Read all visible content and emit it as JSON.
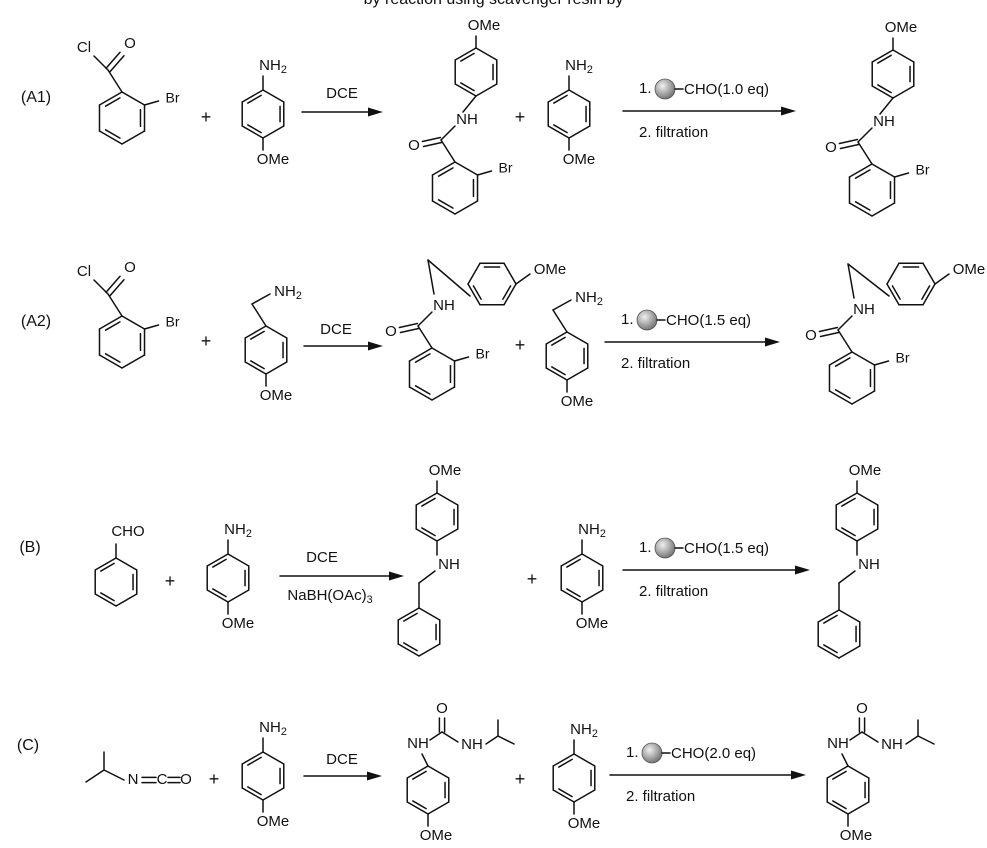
{
  "title_fragment": "by reaction using scavenger resin by",
  "scheme": {
    "rows": [
      {
        "label": "(A1)",
        "conditions_above": "DCE",
        "conditions_below": "",
        "workup": {
          "step1_prefix": "1.",
          "step1": "CHO(1.0 eq)",
          "step2": "2. filtration"
        },
        "reactant1": "2-bromobenzoyl chloride",
        "reactant2": "4-methoxyaniline",
        "product": "N-(4-methoxyphenyl)-2-bromobenzamide",
        "excess": "4-methoxyaniline"
      },
      {
        "label": "(A2)",
        "conditions_above": "DCE",
        "conditions_below": "",
        "workup": {
          "step1_prefix": "1.",
          "step1": "CHO(1.5 eq)",
          "step2": "2. filtration"
        },
        "reactant1": "2-bromobenzoyl chloride",
        "reactant2": "4-methoxybenzylamine",
        "product": "N-(4-methoxybenzyl)-2-bromobenzamide",
        "excess": "4-methoxybenzylamine"
      },
      {
        "label": "(B)",
        "conditions_above": "DCE",
        "conditions_below": "NaBH(OAc)3",
        "workup": {
          "step1_prefix": "1.",
          "step1": "CHO(1.5 eq)",
          "step2": "2. filtration"
        },
        "reactant1": "benzaldehyde",
        "reactant2": "4-methoxyaniline",
        "product": "N-benzyl-4-methoxyaniline",
        "excess": "4-methoxyaniline"
      },
      {
        "label": "(C)",
        "conditions_above": "DCE",
        "conditions_below": "",
        "workup": {
          "step1_prefix": "1.",
          "step1": "CHO(2.0 eq)",
          "step2": "2. filtration"
        },
        "reactant1": "isopropyl isocyanate",
        "reactant2": "4-methoxyaniline",
        "product": "1-isopropyl-3-(4-methoxyphenyl)urea",
        "excess": "4-methoxyaniline"
      }
    ],
    "atom_labels": {
      "cl": "Cl",
      "o": "O",
      "br": "Br",
      "nh2": "NH2",
      "nh": "NH",
      "ome": "OMe",
      "cho": "CHO",
      "n": "N",
      "c": "C",
      "plus": "+"
    },
    "colors": {
      "ink": "#111111",
      "resin_light": "#f0f0f0",
      "resin_dark": "#6e6e6e"
    }
  }
}
